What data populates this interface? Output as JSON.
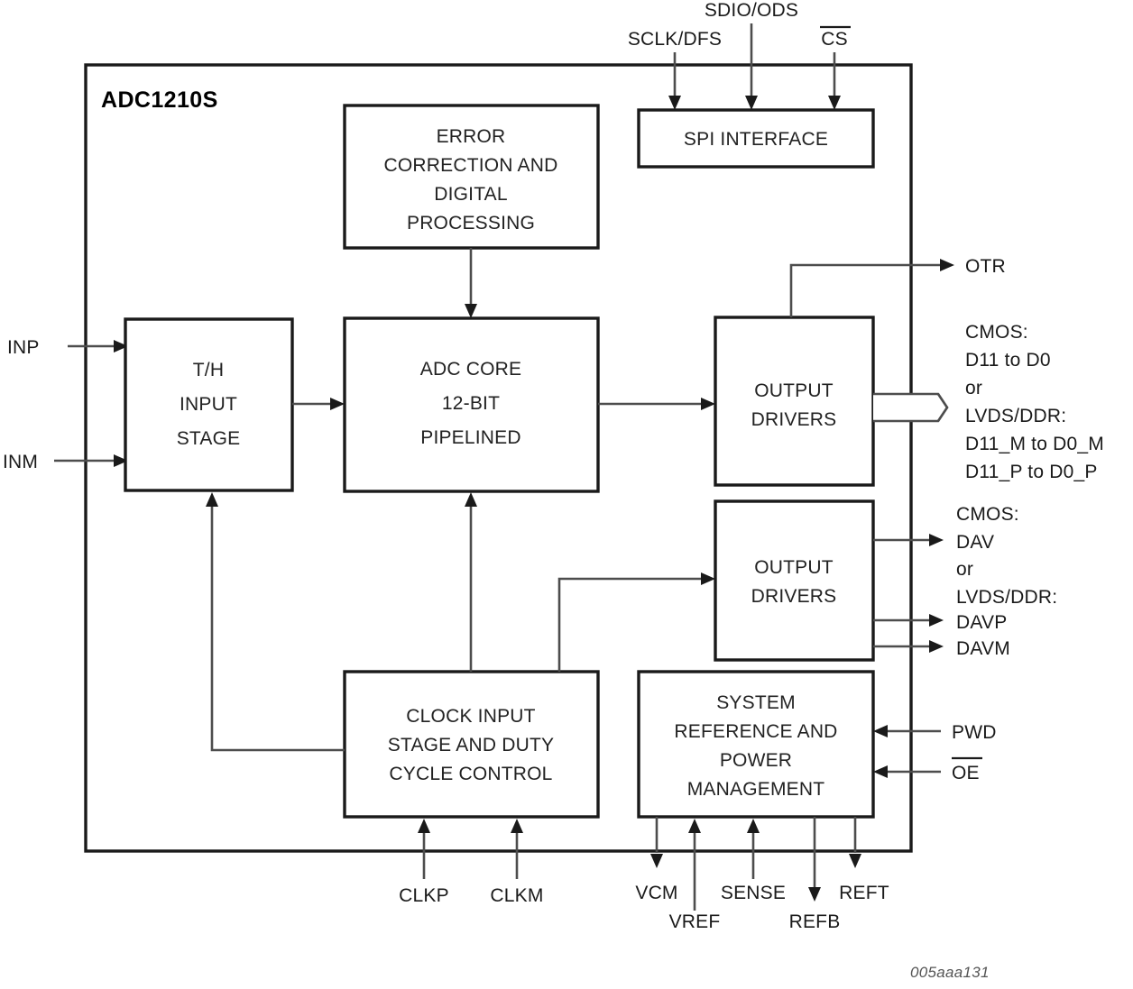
{
  "figure": {
    "chip_title": "ADC1210S",
    "figure_id": "005aaa131"
  },
  "blocks": {
    "th_input_stage": {
      "lines": [
        "T/H",
        "INPUT",
        "STAGE"
      ]
    },
    "error_correction": {
      "lines": [
        "ERROR",
        "CORRECTION AND",
        "DIGITAL",
        "PROCESSING"
      ]
    },
    "spi_interface": {
      "lines": [
        "SPI INTERFACE"
      ]
    },
    "adc_core": {
      "lines": [
        "ADC CORE",
        "12-BIT",
        "PIPELINED"
      ]
    },
    "output_drivers_data": {
      "lines": [
        "OUTPUT",
        "DRIVERS"
      ]
    },
    "output_drivers_dav": {
      "lines": [
        "OUTPUT",
        "DRIVERS"
      ]
    },
    "clock_input_stage": {
      "lines": [
        "CLOCK INPUT",
        "STAGE AND DUTY",
        "CYCLE CONTROL"
      ]
    },
    "system_reference": {
      "lines": [
        "SYSTEM",
        "REFERENCE AND",
        "POWER",
        "MANAGEMENT"
      ]
    }
  },
  "pins": {
    "top": [
      {
        "name": "sclk-dfs",
        "label": "SCLK/DFS",
        "overbar": false
      },
      {
        "name": "sdio-ods",
        "label": "SDIO/ODS",
        "overbar": false
      },
      {
        "name": "cs",
        "label": "CS",
        "overbar": true
      }
    ],
    "left": [
      {
        "name": "inp",
        "label": "INP"
      },
      {
        "name": "inm",
        "label": "INM"
      }
    ],
    "right": [
      {
        "name": "otr",
        "label": "OTR"
      },
      {
        "name": "pwd",
        "label": "PWD",
        "overbar": false
      },
      {
        "name": "oe",
        "label": "OE",
        "overbar": true
      }
    ],
    "bottom": [
      {
        "name": "clkp",
        "label": "CLKP"
      },
      {
        "name": "clkm",
        "label": "CLKM"
      },
      {
        "name": "vcm",
        "label": "VCM"
      },
      {
        "name": "vref",
        "label": "VREF"
      },
      {
        "name": "sense",
        "label": "SENSE"
      },
      {
        "name": "refb",
        "label": "REFB"
      },
      {
        "name": "reft",
        "label": "REFT"
      }
    ]
  },
  "output_bus_labels": {
    "data_bus": [
      "CMOS:",
      "D11 to D0",
      "or",
      "LVDS/DDR:",
      "D11_M to D0_M",
      "D11_P to D0_P"
    ],
    "dav_group_top": [
      "CMOS:"
    ],
    "dav_signal": "DAV",
    "dav_or": "or",
    "dav_group_lvds": "LVDS/DDR:",
    "dav_lvds_signals": [
      "DAVP",
      "DAVM"
    ]
  },
  "colors": {
    "line": "#4d4d4d",
    "box_stroke": "#1a1a1a",
    "text": "#222222",
    "background": "#ffffff"
  }
}
